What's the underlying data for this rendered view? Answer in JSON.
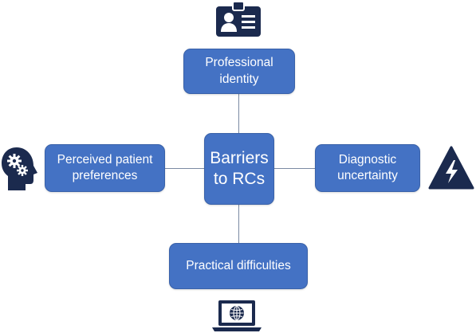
{
  "diagram": {
    "center": {
      "label": "Barriers\nto RCs"
    },
    "nodes": {
      "top": {
        "label": "Professional\nidentity",
        "icon": "id-badge-icon"
      },
      "left": {
        "label": "Perceived patient\npreferences",
        "icon": "head-gears-icon"
      },
      "right": {
        "label": "Diagnostic\nuncertainty",
        "icon": "warning-lightning-icon"
      },
      "bottom": {
        "label": "Practical difficulties",
        "icon": "laptop-globe-icon"
      }
    },
    "colors": {
      "box_fill": "#4472c4",
      "box_text": "#ffffff",
      "icon_navy": "#1b2a4e",
      "connector": "#7b8aa3"
    }
  }
}
